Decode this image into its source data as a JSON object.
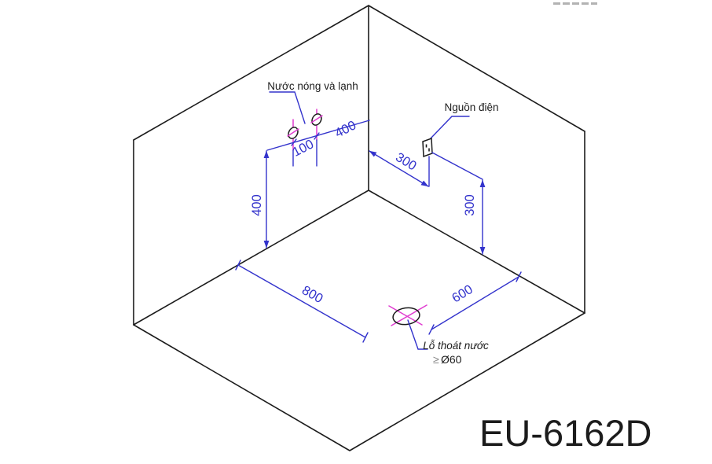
{
  "model": "EU-6162D",
  "colors": {
    "structure_line": "#1c1c1c",
    "dimension_line": "#3333cc",
    "fixture_magenta": "#e03cd0",
    "watermark_gray": "#9a9a9a",
    "background": "#ffffff"
  },
  "labels": {
    "hot_cold_water": "Nước nóng và lạnh",
    "power_source": "Nguồn điện",
    "drain_hole": "Lỗ thoát nước",
    "drain_gte_symbol": "≥",
    "drain_diameter": "Ø60"
  },
  "dimensions": {
    "faucet_to_corner": "400",
    "faucet_spacing": "100",
    "faucet_height": "400",
    "outlet_from_corner": "300",
    "outlet_height": "300",
    "drain_from_left_wall": "800",
    "drain_from_right_wall": "600"
  }
}
